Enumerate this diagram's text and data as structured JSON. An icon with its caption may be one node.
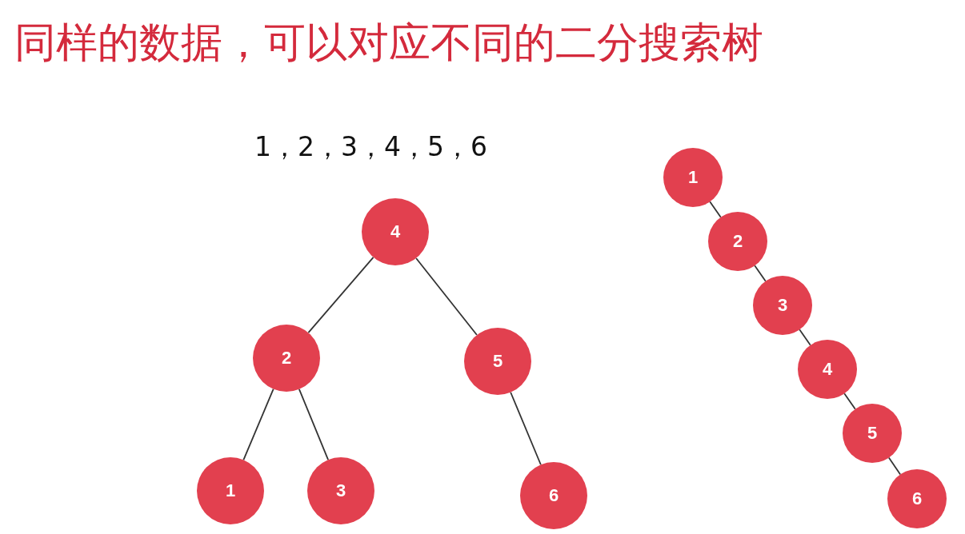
{
  "diagram": {
    "title": "同样的数据，可以对应不同的二分搜索树",
    "nodes": [
      {
        "text": [
          "4"
        ]
      },
      {
        "text": [
          "2"
        ]
      },
      {
        "text": [
          "5"
        ]
      },
      {
        "text": [
          "1"
        ]
      },
      {
        "text": [
          "3"
        ]
      },
      {
        "text": [
          "6"
        ]
      },
      {
        "text": [
          "1"
        ]
      },
      {
        "text": [
          "2"
        ]
      },
      {
        "text": [
          "3"
        ]
      },
      {
        "text": [
          "4"
        ]
      },
      {
        "text": [
          "5"
        ]
      },
      {
        "text": [
          "6"
        ]
      }
    ],
    "edges": [
      {
        "from": 0,
        "to": 1,
        "arrow": "none"
      },
      {
        "from": 0,
        "to": 2,
        "arrow": "none"
      },
      {
        "from": 1,
        "to": 3,
        "arrow": "none"
      },
      {
        "from": 1,
        "to": 4,
        "arrow": "none"
      },
      {
        "from": 2,
        "to": 5,
        "arrow": "none"
      },
      {
        "from": 6,
        "to": 7,
        "arrow": "none"
      },
      {
        "from": 7,
        "to": 8,
        "arrow": "none"
      },
      {
        "from": 8,
        "to": 9,
        "arrow": "none"
      },
      {
        "from": 9,
        "to": 10,
        "arrow": "none"
      },
      {
        "from": 10,
        "to": 11,
        "arrow": "none"
      }
    ],
    "labels": [
      "1，2，3，4，5，6"
    ]
  }
}
